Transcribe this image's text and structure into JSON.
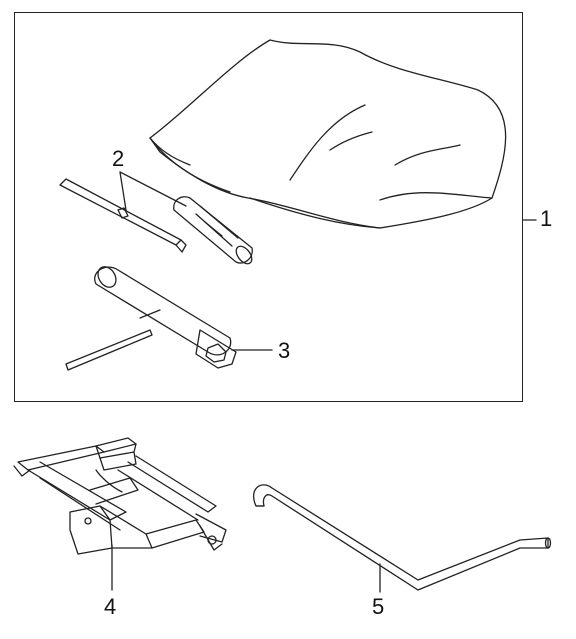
{
  "callouts": {
    "c1": "1",
    "c2": "2",
    "c3": "3",
    "c4": "4",
    "c5": "5"
  },
  "line_color": "#222222"
}
